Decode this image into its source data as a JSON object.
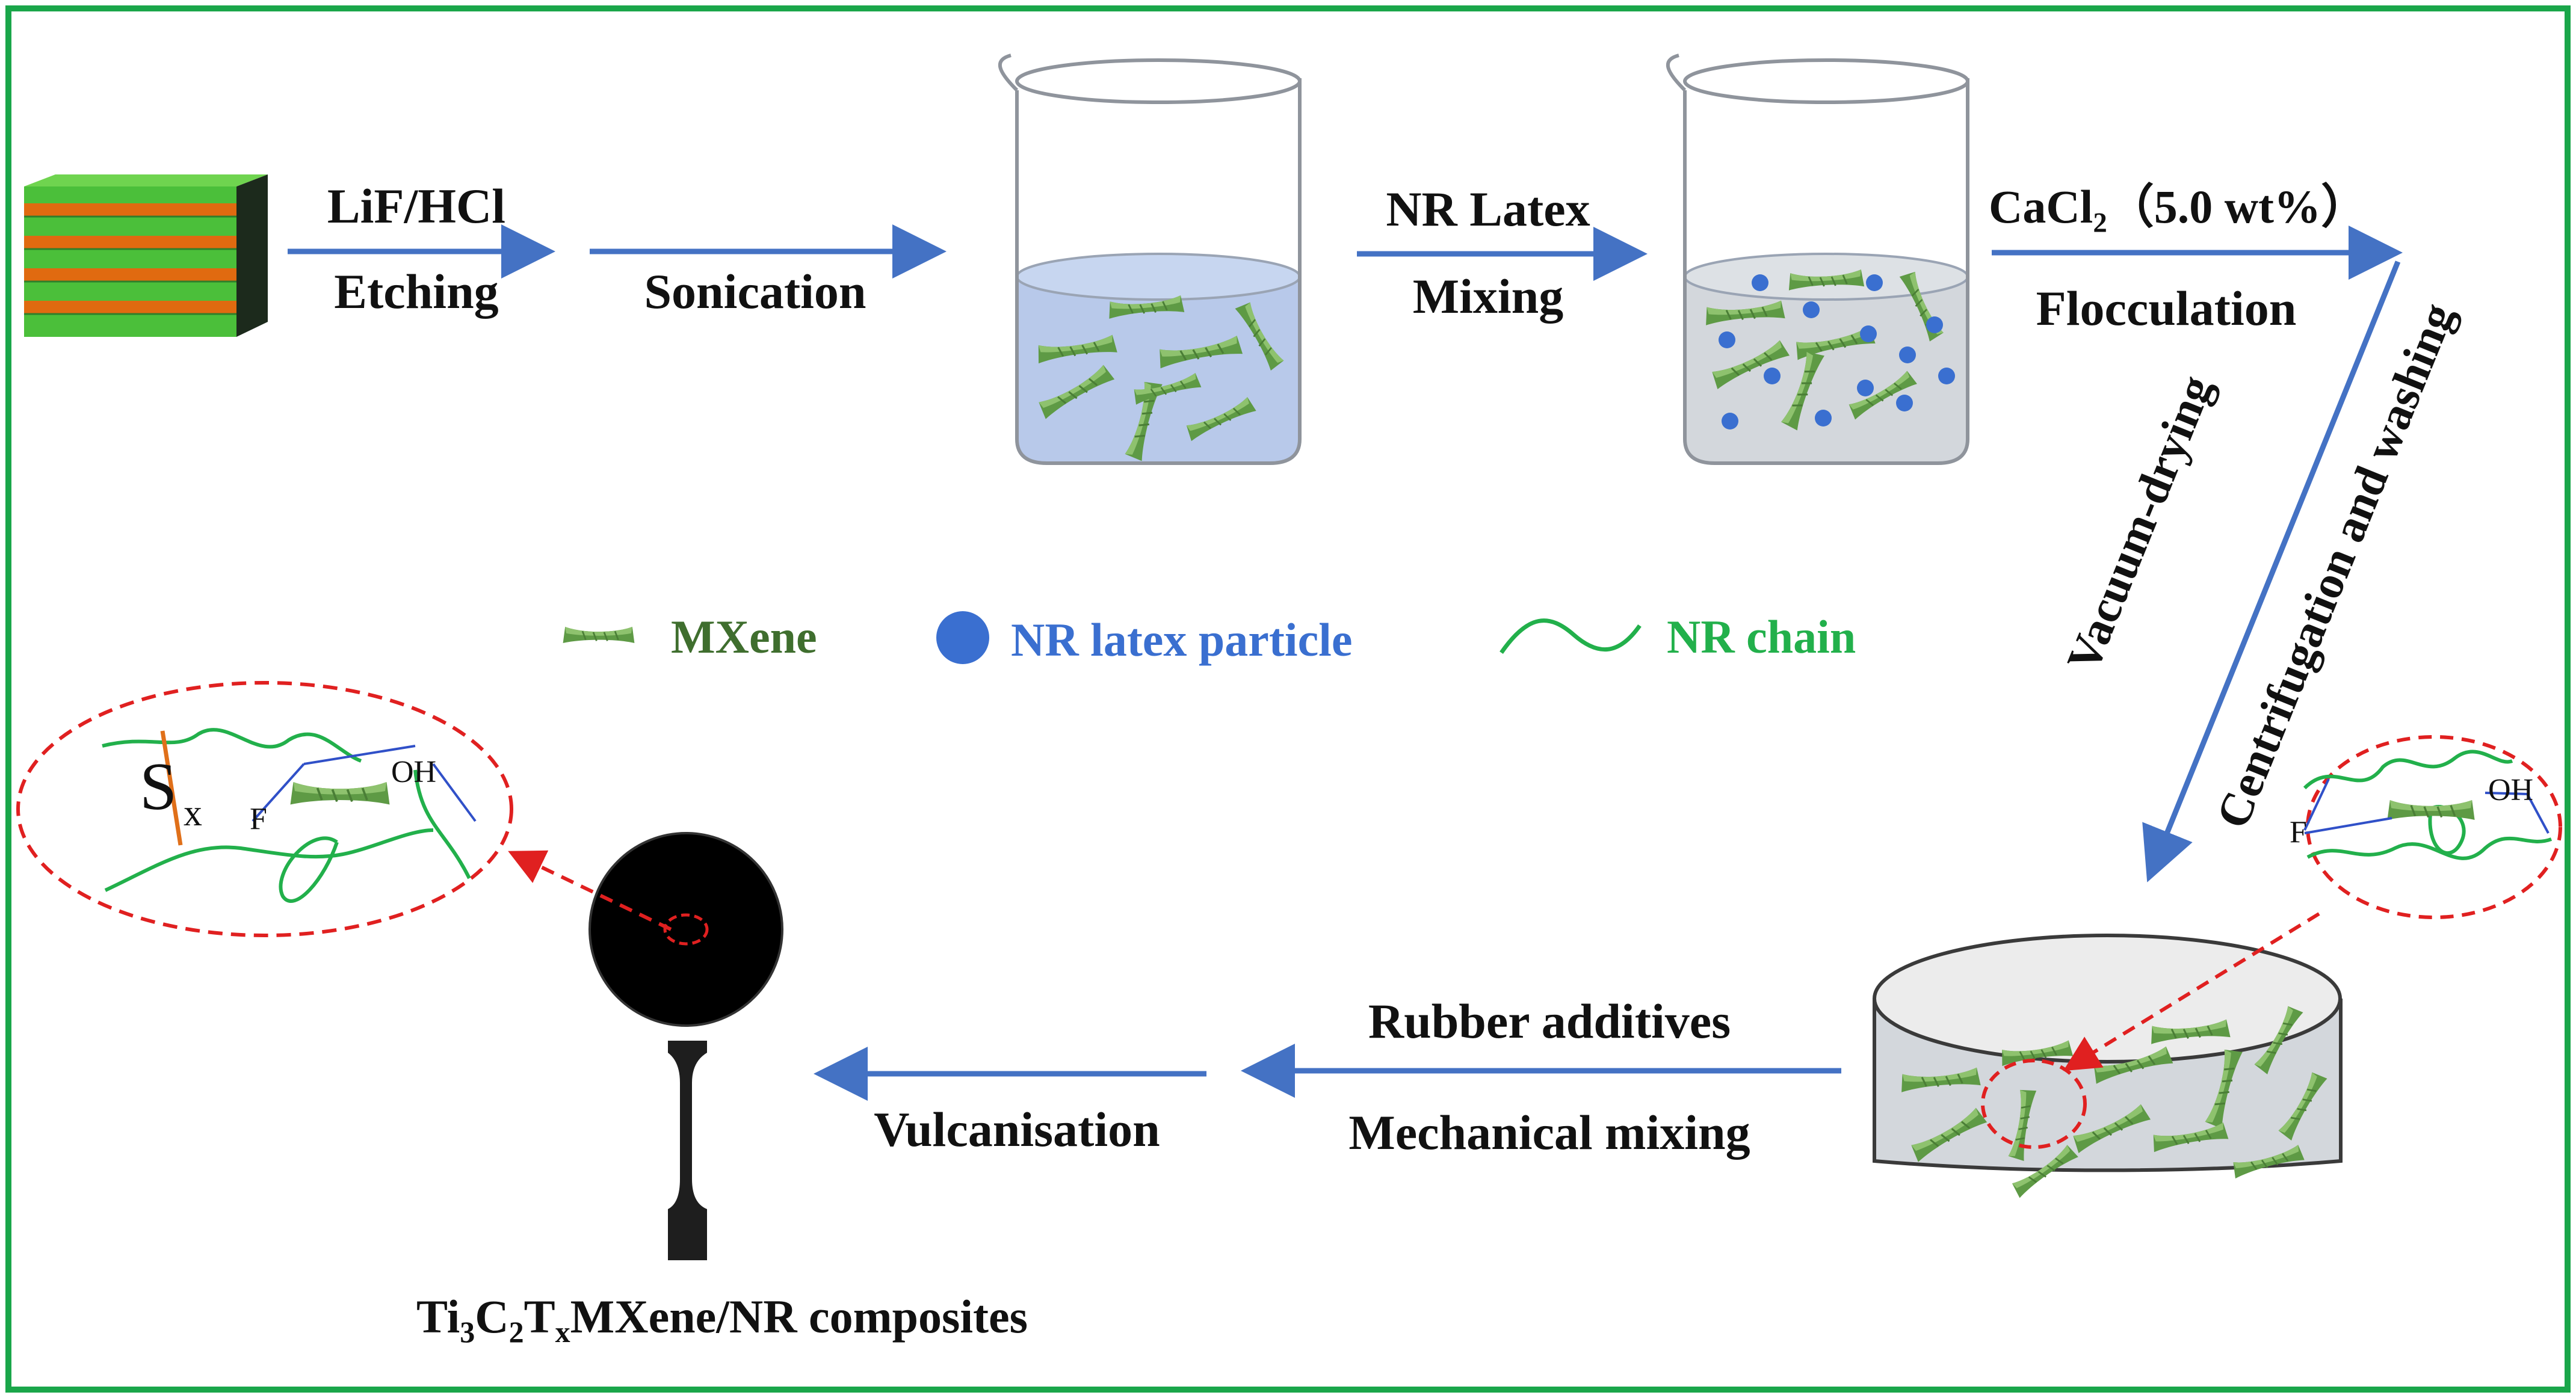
{
  "colors": {
    "frame": "#1aa64a",
    "arrow": "#4472c4",
    "mxene": "#5e9a45",
    "mxene_light": "#8ec26e",
    "latex": "#3a6fd0",
    "nr_chain": "#22b04b",
    "red_dash": "#e02020",
    "bond_blue": "#3050c8",
    "bond_orange": "#e0701a",
    "stack_green": "#4bbf3a",
    "stack_orange": "#e06a10",
    "stack_dark": "#1c2a1c",
    "liquid": "#b8c9ea",
    "liquid_gray": "#d3d7dc"
  },
  "steps": {
    "etching_top": "LiF/HCl",
    "etching_bottom": "Etching",
    "sonication": "Sonication",
    "mixing_top": "NR Latex",
    "mixing_bottom": "Mixing",
    "floc_top": "CaCl₂（5.0 wt%）",
    "floc_bottom": "Flocculation",
    "diag_1": "Vacuum-drying",
    "diag_2": "Centrifugation and washing",
    "additives_top": "Rubber additives",
    "additives_bottom": "Mechanical mixing",
    "vulcanisation": "Vulcanisation"
  },
  "legend": {
    "mxene": "MXene",
    "latex": "NR latex particle",
    "chain": "NR chain"
  },
  "chem": {
    "oh": "OH",
    "f": "F",
    "s": "S",
    "x": "x"
  },
  "product": {
    "ti": "Ti",
    "sub3": "3",
    "c": "C",
    "sub2": "2",
    "t": "T",
    "subx": "x",
    "rest": "MXene/NR composites"
  }
}
